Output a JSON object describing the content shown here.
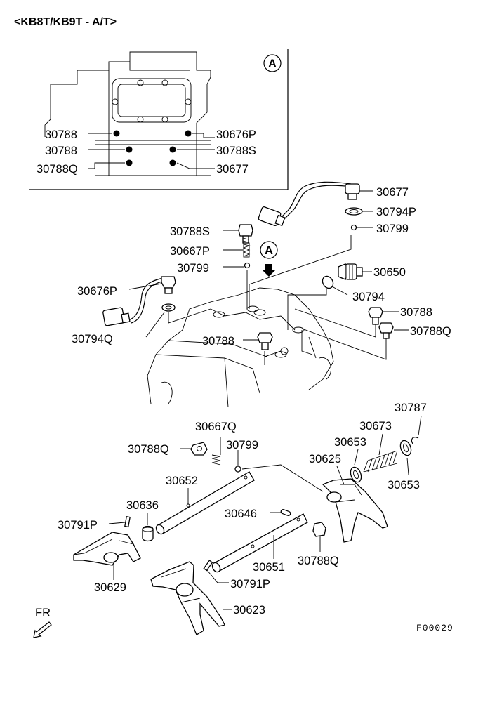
{
  "header": {
    "title": "<KB8T/KB9T - A/T>"
  },
  "figure_code": "F00029",
  "orientation": {
    "label": "FR"
  },
  "detail_view": {
    "marker": "A",
    "labels": {
      "left_1": "30788",
      "left_2": "30788",
      "left_3": "30788Q",
      "right_1": "30676P",
      "right_2": "30788S",
      "right_3": "30677"
    }
  },
  "view_marker": "A",
  "parts": {
    "p30677": "30677",
    "p30794P": "30794P",
    "p30799a": "30799",
    "p30788S": "30788S",
    "p30667P": "30667P",
    "p30799b": "30799",
    "p30650": "30650",
    "p30676P": "30676P",
    "p30794": "30794",
    "p30788a": "30788",
    "p30794Q": "30794Q",
    "p30788Qa": "30788Q",
    "p30788b": "30788",
    "p30787": "30787",
    "p30667Q": "30667Q",
    "p30673": "30673",
    "p30653a": "30653",
    "p30788Qb": "30788Q",
    "p30799c": "30799",
    "p30625": "30625",
    "p30652": "30652",
    "p30653b": "30653",
    "p30636": "30636",
    "p30646": "30646",
    "p30791Pa": "30791P",
    "p30788Qc": "30788Q",
    "p30651": "30651",
    "p30629": "30629",
    "p30791Pb": "30791P",
    "p30623": "30623"
  }
}
